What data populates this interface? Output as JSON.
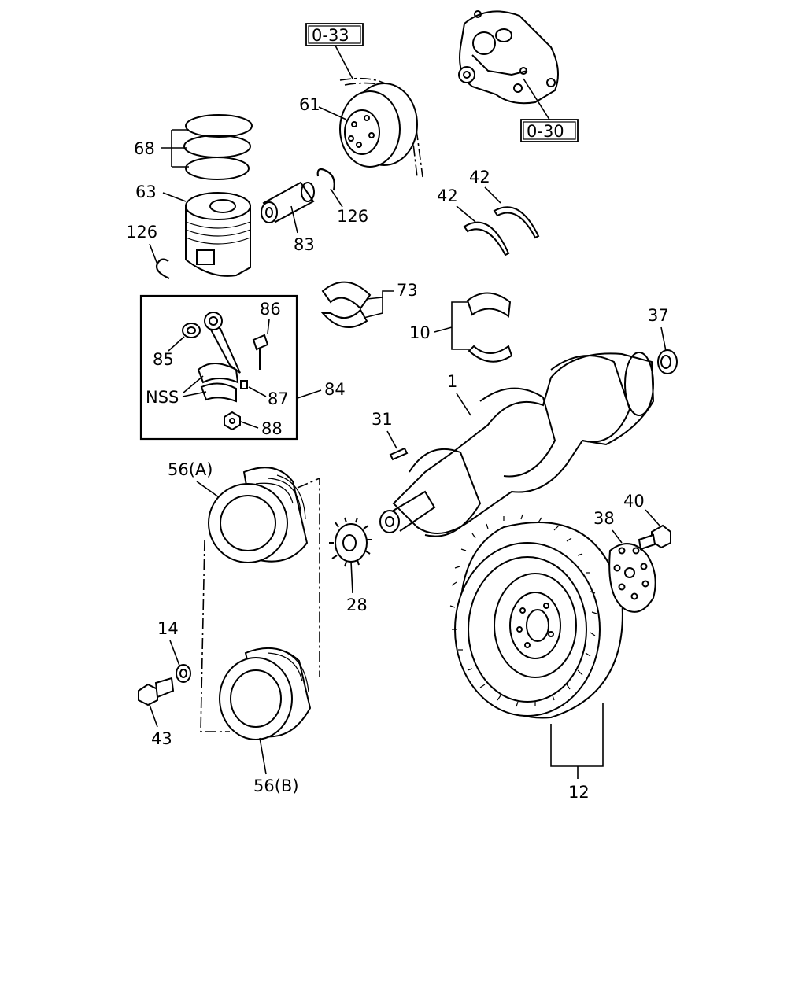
{
  "callouts": {
    "ref_0_33": "0-33",
    "ref_0_30": "0-30",
    "p61": "61",
    "p68": "68",
    "p63": "63",
    "p126_a": "126",
    "p126_b": "126",
    "p83": "83",
    "p42_a": "42",
    "p42_b": "42",
    "p73": "73",
    "p10": "10",
    "p86": "86",
    "p85": "85",
    "nss": "NSS",
    "p87": "87",
    "p84": "84",
    "p88": "88",
    "p37": "37",
    "p1": "1",
    "p31": "31",
    "p56a": "56(A)",
    "p28": "28",
    "p14": "14",
    "p43": "43",
    "p56b": "56(B)",
    "p38": "38",
    "p40": "40",
    "p12": "12"
  }
}
